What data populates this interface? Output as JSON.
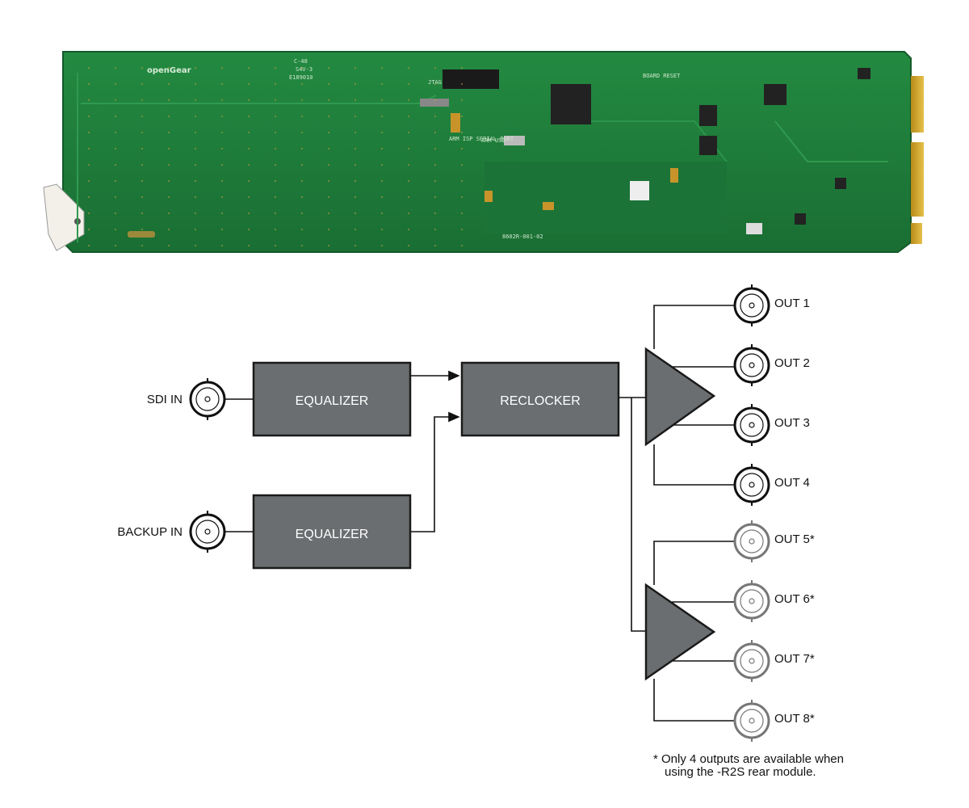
{
  "board": {
    "brand": "openGear",
    "silkscreen": [
      "C-48",
      "S4V-3",
      "E189010",
      "8602R-001-02",
      "JTAG",
      "ARM ISP SERIAL PORT",
      "BOARD RESET",
      "ARM USB"
    ]
  },
  "diagram": {
    "inputs": [
      {
        "label": "SDI IN"
      },
      {
        "label": "BACKUP IN"
      }
    ],
    "equalizers": [
      {
        "label": "EQUALIZER"
      },
      {
        "label": "EQUALIZER"
      }
    ],
    "reclocker": {
      "label": "RECLOCKER"
    },
    "outputs": [
      {
        "label": "OUT 1",
        "optional": false
      },
      {
        "label": "OUT 2",
        "optional": false
      },
      {
        "label": "OUT 3",
        "optional": false
      },
      {
        "label": "OUT 4",
        "optional": false
      },
      {
        "label": "OUT 5*",
        "optional": true
      },
      {
        "label": "OUT 6*",
        "optional": true
      },
      {
        "label": "OUT 7*",
        "optional": true
      },
      {
        "label": "OUT 8*",
        "optional": true
      }
    ],
    "footnote": {
      "line1": "* Only 4 outputs are available when",
      "line2": "using the -R2S rear module."
    },
    "colors": {
      "box_fill": "#6b6e70",
      "box_stroke": "#1a1a1a",
      "connector_primary": "#111111",
      "connector_optional": "#777777",
      "pcb": "#1f7a3a"
    }
  }
}
